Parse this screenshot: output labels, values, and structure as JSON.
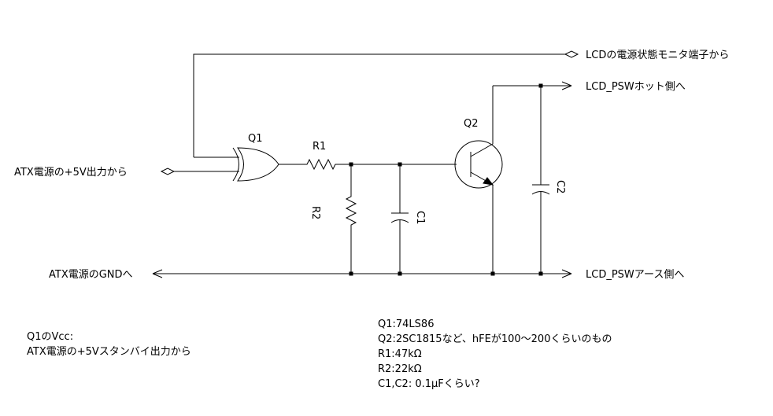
{
  "signals": {
    "monitor_in": "LCDの電源状態モニタ端子から",
    "psw_hot": "LCD_PSWホット側へ",
    "atx_5v": "ATX電源の+5V出力から",
    "atx_gnd": "ATX電源のGNDへ",
    "psw_earth": "LCD_PSWアース側へ"
  },
  "components": {
    "q1": "Q1",
    "q2": "Q2",
    "r1": "R1",
    "r2": "R2",
    "c1": "C1",
    "c2": "C2"
  },
  "notes_left": [
    "Q1のVcc:",
    "ATX電源の+5Vスタンバイ出力から"
  ],
  "notes_parts": [
    "Q1:74LS86",
    "Q2:2SC1815など、hFEが100〜200くらいのもの",
    "R1:47kΩ",
    "R2:22kΩ",
    "C1,C2:  0.1μFくらい?"
  ]
}
